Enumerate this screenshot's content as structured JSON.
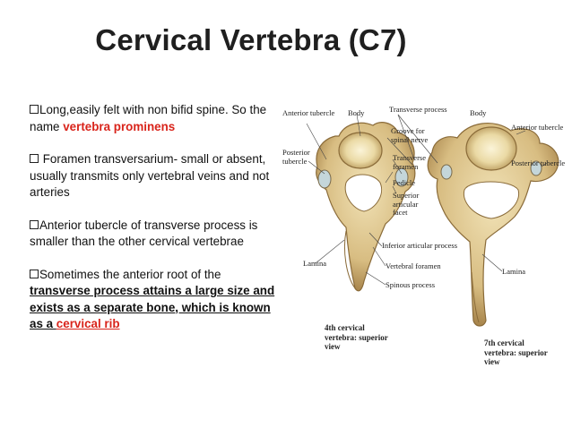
{
  "title": "Cervical Vertebra (C7)",
  "bullets": {
    "b1_text": "Long,easily felt with non bifid spine. So the name ",
    "b1_highlight": "vertebra prominens",
    "b2_text": " Foramen transversarium- small or absent, usually transmits only vertebral veins and not arteries",
    "b3_text": "Anterior tubercle of transverse process is smaller than the other cervical vertebrae",
    "b4_text": "Sometimes the anterior root of the ",
    "b4_underlined": "transverse  process attains a large size and exists as a  separate bone, which is known as a ",
    "b4_highlight": "cervical  rib"
  },
  "figure": {
    "labels": {
      "anterior_tubercle_left": "Anterior tubercle",
      "body_left": "Body",
      "transverse_process": "Transverse process",
      "body_right": "Body",
      "groove_spinal_nerve": "Groove for spinal nerve",
      "anterior_tubercle_right": "Anterior tubercle",
      "posterior_tubercle_left": "Posterior tubercle",
      "transverse_foramen": "Transverse foramen",
      "posterior_tubercle_right": "Posterior tubercle",
      "pedicle": "Pedicle",
      "superior_articular_facet": "Superior articular facet",
      "inferior_articular_process": "Inferior articular process",
      "lamina_left": "Lamina",
      "vertebral_foramen": "Vertebral foramen",
      "lamina_right": "Lamina",
      "spinous_process": "Spinous process",
      "caption_4th": "4th cervical vertebra: superior view",
      "caption_7th": "7th cervical vertebra: superior view"
    }
  }
}
